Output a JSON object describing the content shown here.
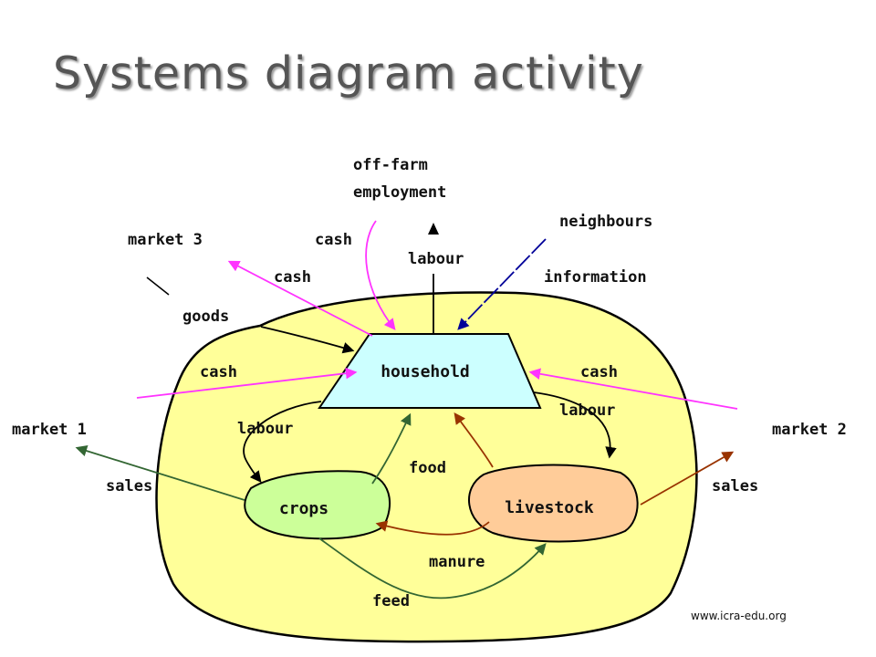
{
  "title": "Systems diagram activity",
  "credit": "www.icra-edu.org",
  "diagram": {
    "nodes": {
      "household": "household",
      "crops": "crops",
      "livestock": "livestock"
    },
    "external": {
      "off_farm_line1": "off-farm",
      "off_farm_line2": "employment",
      "neighbours": "neighbours",
      "market1": "market 1",
      "market2": "market 2",
      "market3": "market 3"
    },
    "flows": {
      "cash_offfarm": "cash",
      "labour_up": "labour",
      "information": "information",
      "cash_market3": "cash",
      "goods": "goods",
      "cash_market1": "cash",
      "cash_market2": "cash",
      "labour_crops": "labour",
      "labour_livestock": "labour",
      "food": "food",
      "sales_market1": "sales",
      "sales_market2": "sales",
      "manure": "manure",
      "feed": "feed"
    },
    "colors": {
      "farm_fill": "#ffff99",
      "household_fill": "#ccffff",
      "crops_fill": "#ccff99",
      "livestock_fill": "#ffcc99",
      "cash": "#ff33ff",
      "green_flow": "#336633",
      "brown_flow": "#993300",
      "information": "#000099",
      "black": "#000000"
    }
  }
}
